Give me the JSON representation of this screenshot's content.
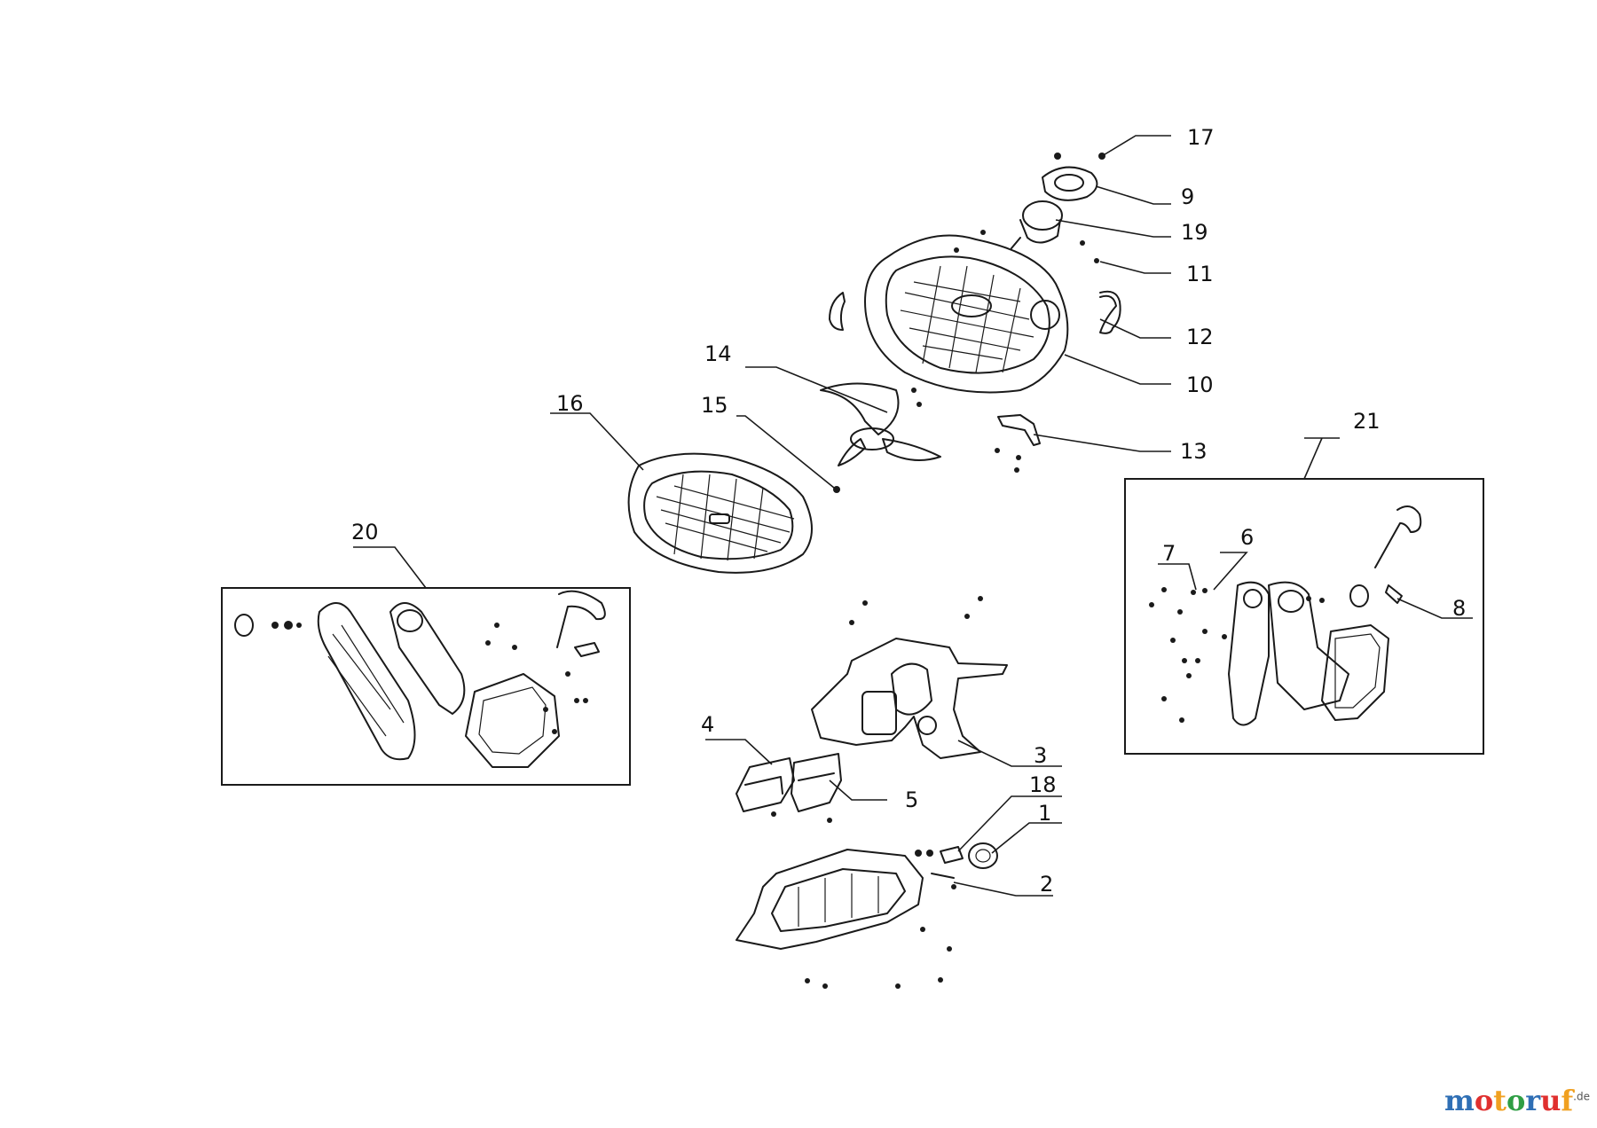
{
  "diagram": {
    "callouts": {
      "p1": "1",
      "p2": "2",
      "p3": "3",
      "p4": "4",
      "p5": "5",
      "p6": "6",
      "p7": "7",
      "p8": "8",
      "p9": "9",
      "p10": "10",
      "p11": "11",
      "p12": "12",
      "p13": "13",
      "p14": "14",
      "p15": "15",
      "p16": "16",
      "p17": "17",
      "p18": "18",
      "p19": "19",
      "p20": "20",
      "p21": "21"
    },
    "colors": {
      "line": "#1a1a1a",
      "background": "#ffffff"
    }
  },
  "watermark": {
    "letters": [
      "m",
      "o",
      "t",
      "o",
      "r",
      "u",
      "f"
    ],
    "colors": [
      "#2f6fb5",
      "#e0302f",
      "#f0a020",
      "#2f9e44",
      "#2f6fb5",
      "#e0302f",
      "#f0a020"
    ],
    "suffix": ".de"
  }
}
